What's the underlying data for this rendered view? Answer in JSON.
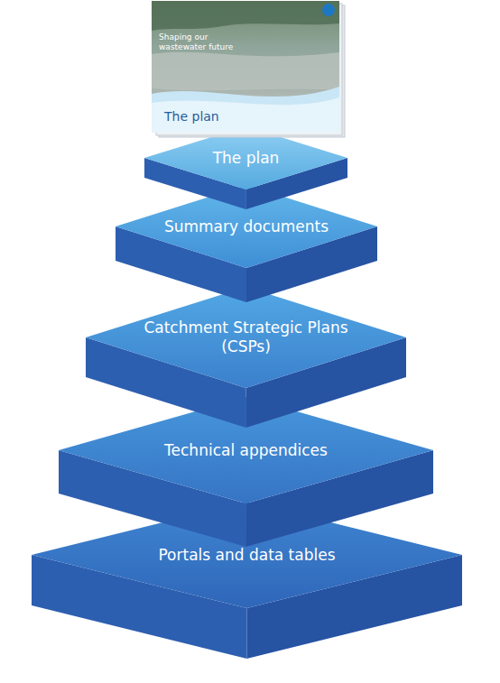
{
  "diagram": {
    "nodes": [
      {
        "text": [
          "The plan"
        ]
      },
      {
        "text": [
          "Summary documents"
        ]
      },
      {
        "text": [
          "Catchment Strategic Plans (CSPs)"
        ]
      },
      {
        "text": [
          "Technical appendices"
        ]
      },
      {
        "text": [
          "Portals and data tables"
        ]
      }
    ],
    "labels": [
      "Shaping our wastewater future",
      "The plan"
    ]
  }
}
